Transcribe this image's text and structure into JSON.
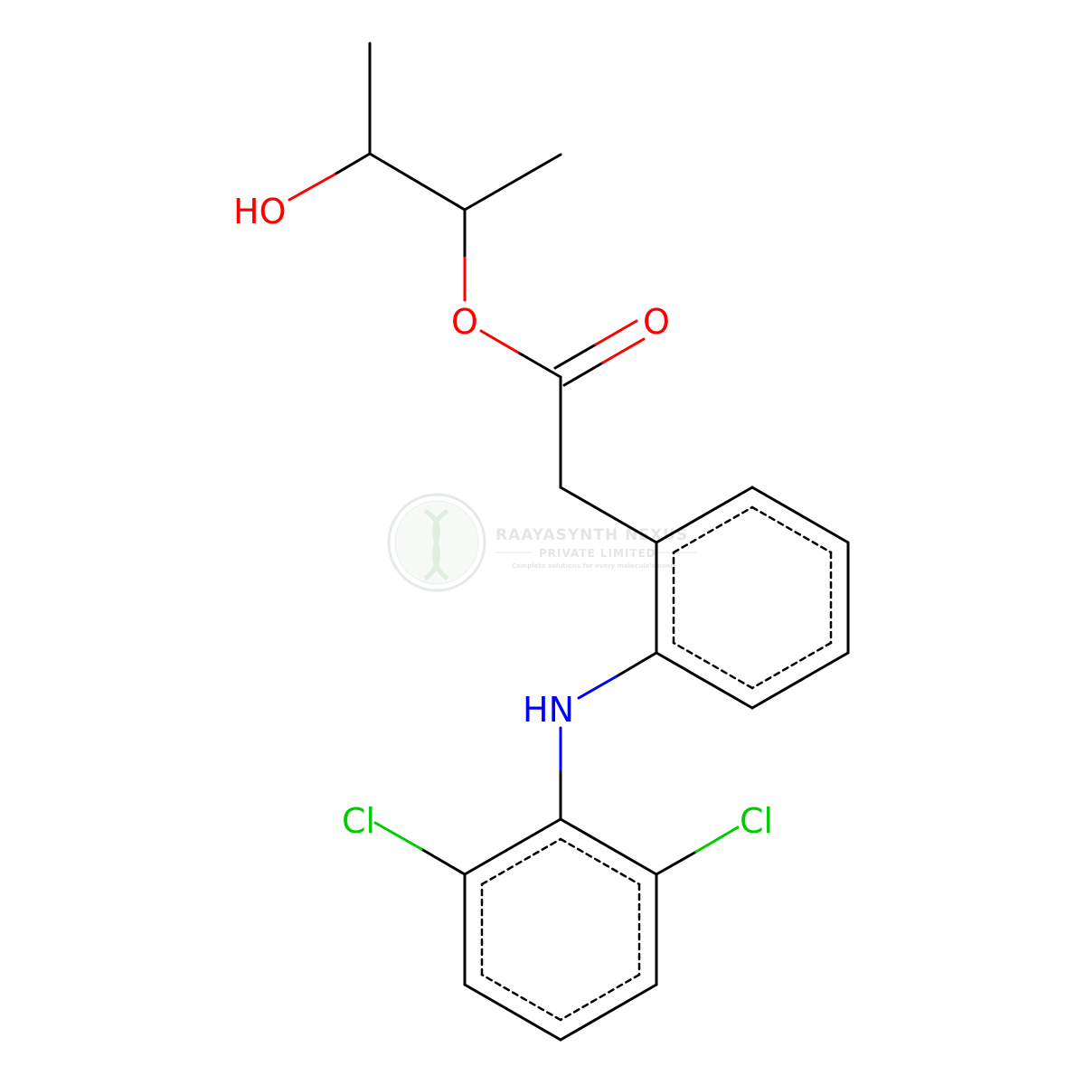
{
  "molecule": {
    "atom_labels": {
      "hydroxyl": "HO",
      "ester_oxygen": "O",
      "carbonyl_oxygen": "O",
      "amine": "HN",
      "chlorine_left": "Cl",
      "chlorine_right": "Cl"
    },
    "colors": {
      "bond": "#000000",
      "oxygen": "#ff0000",
      "nitrogen": "#0000ff",
      "chlorine": "#00cc00"
    }
  },
  "watermark": {
    "company": "RAAYASYNTH NEXUS",
    "subtitle": "PRIVATE LIMITED",
    "tagline": "Complete solutions for every molecule's need",
    "color": "#cfd8cf"
  }
}
